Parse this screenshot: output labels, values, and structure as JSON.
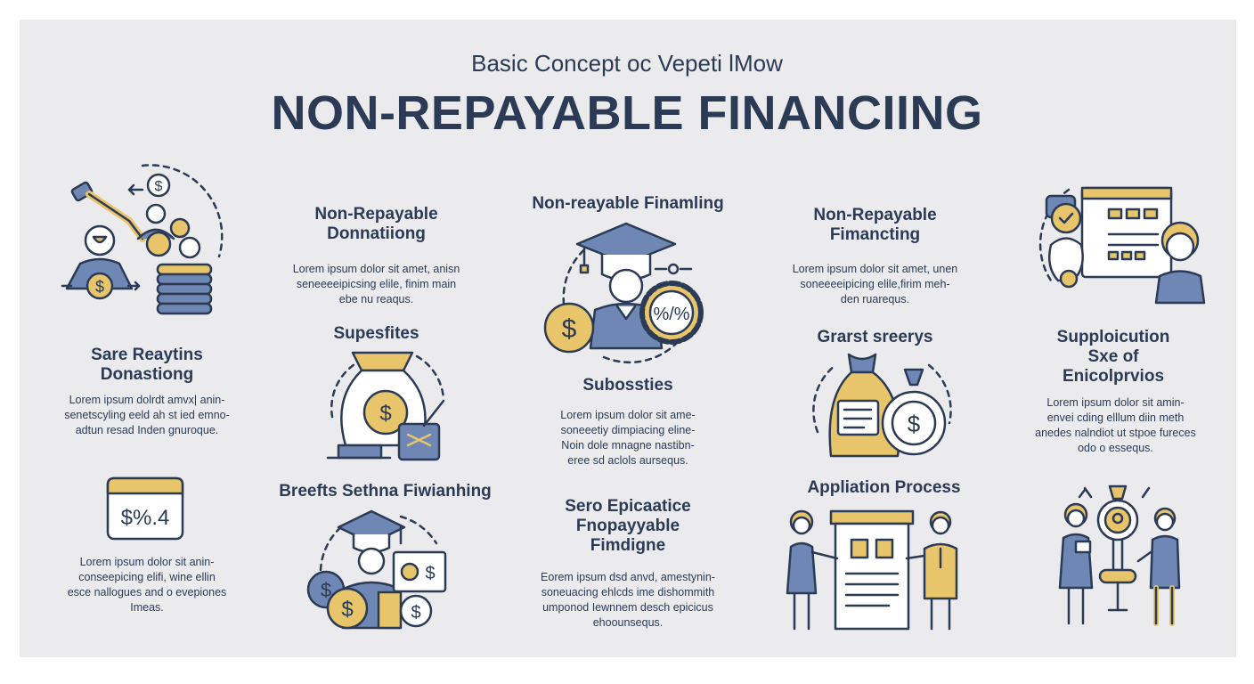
{
  "header": {
    "subtitle": "Basic Concept oc Vepeti lMow",
    "title": "NON-REPAYABLE FINANCIING"
  },
  "columns": [
    {
      "sections": [
        {
          "heading": "Sare Reaytins\nDonastiong",
          "body": "Lorem ipsum dolrdt amvx| anin-\nsenetscyling eeld  ah  st ied emno-\nadtun resad Inden gnuroque."
        },
        {
          "heading": "",
          "body": "Lorem ipsum dolor sit anin-\nconseepicing elifi, wine ellin\nesce nallogues and o evepiones\nImeas."
        }
      ]
    },
    {
      "sections": [
        {
          "heading": "Non-Repayable\nDonnatiiong",
          "body": "Lorem ipsum dolor sit amet, anisn\nseneeeeipicsing elile, finim main\nebe nu reaqus."
        },
        {
          "heading": "Supesfites",
          "body": ""
        },
        {
          "heading": "Breefts Sethna Fiwianhing",
          "body": ""
        }
      ]
    },
    {
      "sections": [
        {
          "heading": "Non-reayable Finamling",
          "body": ""
        },
        {
          "heading": "Subossties",
          "body": "Lorem ipsum dolor sit ame-\nsoneeetiy dimpiacing eline-\nNoin dole mnagne nastibn-\neree sd aclols aursequs."
        },
        {
          "heading": "Sero Epicaatice\nFnopayyable\nFimdigne",
          "body": "Eorem ipsum dsd anvd, amestynin-\nsoneuacing ehlcds ime dishommith\numponod Iewnnem desch epicicus\nehoounsequs."
        }
      ]
    },
    {
      "sections": [
        {
          "heading": "Non-Repayable\nFimancting",
          "body": "Lorem ipsum dolor sit amet, unen\nsoneeeeipicing elile,firim meh-\nden ruarequs."
        },
        {
          "heading": "Grarst sreerys",
          "body": ""
        },
        {
          "heading": "Appliation Process",
          "body": ""
        }
      ]
    },
    {
      "sections": [
        {
          "heading": "Supploicution\nSxe of\nEnicolprvios",
          "body": "Lorem ipsum dolor sit amin-\nenvei cding elllum diin meth\nanedes nalndiot ut stpoe fureces\nodo o essequs."
        }
      ]
    }
  ],
  "icons": {
    "money_machine": "money-machine-illustration",
    "percentage_card": "percentage-card-illustration",
    "money_bag": "money-bag-illustration",
    "graduate_coins": "graduate-coins-illustration",
    "graduate_gear": "graduate-gear-illustration",
    "grant_bag": "grant-bag-illustration",
    "application_board": "application-process-illustration",
    "dashboard_person": "dashboard-person-illustration",
    "meeting": "meeting-illustration",
    "card_text": "$%.4"
  },
  "colors": {
    "navy": "#2b3a55",
    "gold": "#e8c46a",
    "blue": "#6f87b5",
    "panel": "#ebebee"
  }
}
